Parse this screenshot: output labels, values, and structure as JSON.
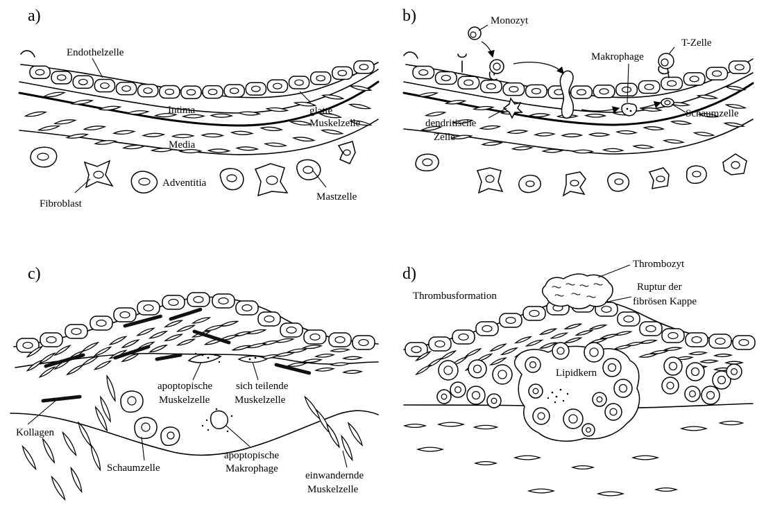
{
  "panels": {
    "a": {
      "letter": "a)",
      "labels": {
        "endothelzelle": "Endothelzelle",
        "intima": "Intima",
        "glatte_1": "glatte",
        "glatte_2": "Muskelzelle",
        "media": "Media",
        "adventitia": "Adventitia",
        "fibroblast": "Fibroblast",
        "mastzelle": "Mastzelle"
      }
    },
    "b": {
      "letter": "b)",
      "labels": {
        "monozyt": "Monozyt",
        "tzelle": "T-Zelle",
        "makrophage": "Makrophage",
        "dendritische_1": "dendritische",
        "dendritische_2": "Zelle",
        "schaumzelle": "Schaumzelle"
      }
    },
    "c": {
      "letter": "c)",
      "labels": {
        "apo_muskel_1": "apoptopische",
        "apo_muskel_2": "Muskelzelle",
        "teilende_1": "sich teilende",
        "teilende_2": "Muskelzelle",
        "kollagen": "Kollagen",
        "schaumzelle": "Schaumzelle",
        "apo_makro_1": "apoptopische",
        "apo_makro_2": "Makrophage",
        "einwandernde_1": "einwandernde",
        "einwandernde_2": "Muskelzelle"
      }
    },
    "d": {
      "letter": "d)",
      "labels": {
        "thrombozyt": "Thrombozyt",
        "thrombusformation": "Thrombusformation",
        "ruptur_1": "Ruptur der",
        "ruptur_2": "fibrösen Kappe",
        "lipidkern": "Lipidkern"
      }
    }
  }
}
